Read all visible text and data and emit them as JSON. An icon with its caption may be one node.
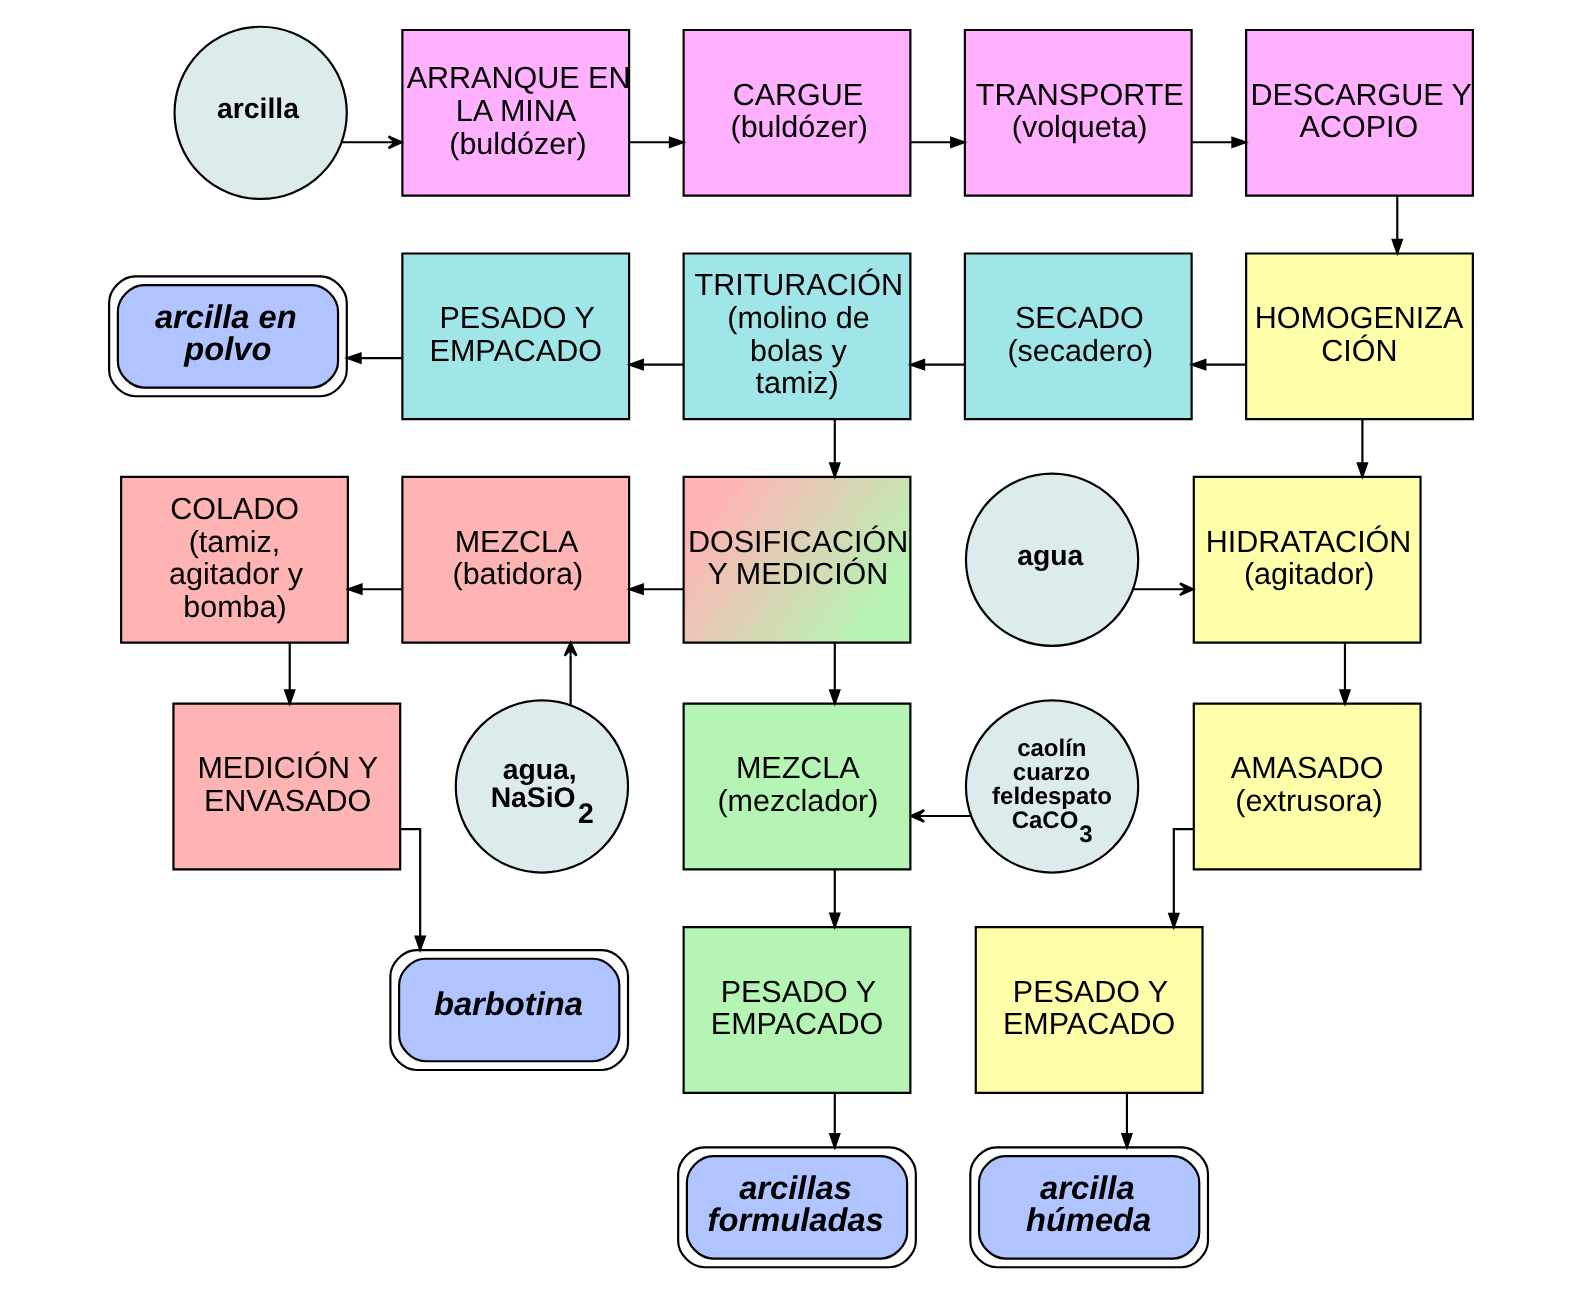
{
  "diagram": {
    "nodes": [
      {
        "text": [
          "arcilla"
        ]
      },
      {
        "text": [
          "ARRANQUE EN LA MINA",
          "(buldózer)"
        ]
      },
      {
        "text": [
          "CARGUE",
          "(buldózer)"
        ]
      },
      {
        "text": [
          "TRANSPORTE",
          "(volqueta)"
        ]
      },
      {
        "text": [
          "DESCARGUE Y ACOPIO"
        ]
      },
      {
        "text": [
          "arcilla en polvo"
        ]
      },
      {
        "text": [
          "PESADO Y EMPACADO"
        ]
      },
      {
        "text": [
          "TRITURACIÓN",
          "(molino de bolas y tamiz)"
        ]
      },
      {
        "text": [
          "SECADO",
          "(secadero)"
        ]
      },
      {
        "text": [
          "HOMOGENIZA CIÓN"
        ]
      },
      {
        "text": [
          "COLADO",
          "(tamiz, agitador y bomba)"
        ]
      },
      {
        "text": [
          "MEZCLA",
          "(batidora)"
        ]
      },
      {
        "text": [
          "DOSIFICACIÓN Y MEDICIÓN"
        ]
      },
      {
        "text": [
          "agua"
        ]
      },
      {
        "text": [
          "HIDRATACIÓN",
          "(agitador)"
        ]
      },
      {
        "text": [
          "MEDICIÓN Y ENVASADO"
        ]
      },
      {
        "text": [
          "agua, NaSiO$_{2}$"
        ]
      },
      {
        "text": [
          "MEZCLA",
          "(mezclador)"
        ]
      },
      {
        "text": [
          "caolín cuarzo feldespato CaCO$_{3}$"
        ]
      },
      {
        "text": [
          "AMASADO",
          "(extrusora)"
        ]
      },
      {
        "text": [
          "barbotina"
        ]
      },
      {
        "text": [
          "PESADO Y EMPACADO"
        ]
      },
      {
        "text": [
          "PESADO Y EMPACADO"
        ]
      },
      {
        "text": [
          "arcillas formuladas"
        ]
      },
      {
        "text": [
          "arcilla húmeda"
        ]
      }
    ],
    "edges": [
      {
        "from": 0,
        "to": 1,
        "arrow": "to"
      },
      {
        "from": 1,
        "to": 2,
        "arrow": "to"
      },
      {
        "from": 2,
        "to": 3,
        "arrow": "to"
      },
      {
        "from": 3,
        "to": 4,
        "arrow": "to"
      },
      {
        "from": 4,
        "to": 9,
        "arrow": "to"
      },
      {
        "from": 9,
        "to": 8,
        "arrow": "to"
      },
      {
        "from": 8,
        "to": 7,
        "arrow": "to"
      },
      {
        "from": 7,
        "to": 6,
        "arrow": "to"
      },
      {
        "from": 6,
        "to": 5,
        "arrow": "to"
      },
      {
        "from": 7,
        "to": 12,
        "arrow": "to"
      },
      {
        "from": 12,
        "to": 11,
        "arrow": "to"
      },
      {
        "from": 11,
        "to": 10,
        "arrow": "to"
      },
      {
        "from": 10,
        "to": 15,
        "arrow": "to"
      },
      {
        "from": 15,
        "to": 20,
        "arrow": "to"
      },
      {
        "from": 16,
        "to": 11,
        "arrow": "to"
      },
      {
        "from": 12,
        "to": 17,
        "arrow": "to"
      },
      {
        "from": 18,
        "to": 17,
        "arrow": "to"
      },
      {
        "from": 17,
        "to": 21,
        "arrow": "to"
      },
      {
        "from": 21,
        "to": 23,
        "arrow": "to"
      },
      {
        "from": 9,
        "to": 14,
        "arrow": "to"
      },
      {
        "from": 13,
        "to": 14,
        "arrow": "to"
      },
      {
        "from": 14,
        "to": 19,
        "arrow": "to"
      },
      {
        "from": 19,
        "to": 22,
        "arrow": "to"
      },
      {
        "from": 22,
        "to": 24,
        "arrow": "to"
      }
    ]
  }
}
